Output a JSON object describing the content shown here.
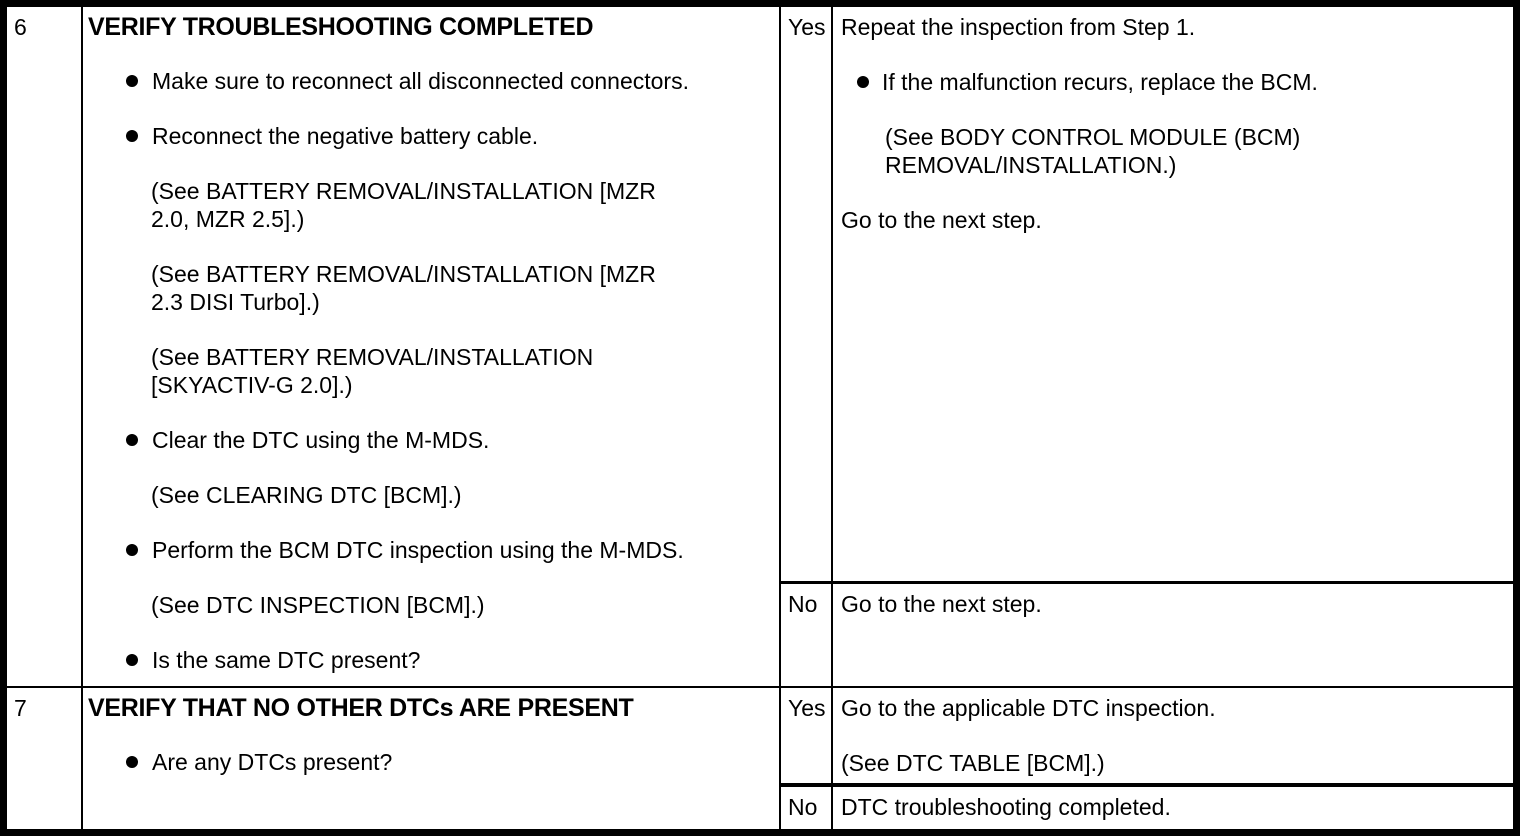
{
  "table": {
    "rows": [
      {
        "step": "6",
        "action": {
          "title": "VERIFY TROUBLESHOOTING COMPLETED",
          "items": [
            {
              "type": "bullet",
              "text": "Make sure to reconnect all disconnected connectors."
            },
            {
              "type": "bullet",
              "text": "Reconnect the negative battery cable."
            },
            {
              "type": "note",
              "text": "(See BATTERY REMOVAL/INSTALLATION [MZR\n2.0, MZR 2.5].)"
            },
            {
              "type": "note",
              "text": "(See BATTERY REMOVAL/INSTALLATION [MZR\n2.3 DISI Turbo].)"
            },
            {
              "type": "note",
              "text": "(See BATTERY REMOVAL/INSTALLATION\n[SKYACTIV-G 2.0].)"
            },
            {
              "type": "bullet",
              "text": "Clear the DTC using the M-MDS."
            },
            {
              "type": "note",
              "text": "(See CLEARING DTC [BCM].)"
            },
            {
              "type": "bullet",
              "text": "Perform the BCM DTC inspection using the M-MDS."
            },
            {
              "type": "note",
              "text": "(See DTC INSPECTION [BCM].)"
            },
            {
              "type": "bullet",
              "text": "Is the same DTC present?"
            }
          ]
        },
        "results": [
          {
            "answer": "Yes",
            "items": [
              {
                "type": "para",
                "text": "Repeat the inspection from Step 1."
              },
              {
                "type": "bullet",
                "text": "If the malfunction recurs, replace the BCM."
              },
              {
                "type": "note",
                "text": "(See BODY CONTROL MODULE (BCM)\nREMOVAL/INSTALLATION.)"
              },
              {
                "type": "para",
                "text": "Go to the next step."
              }
            ]
          },
          {
            "answer": "No",
            "items": [
              {
                "type": "para",
                "text": "Go to the next step."
              }
            ]
          }
        ]
      },
      {
        "step": "7",
        "action": {
          "title": "VERIFY THAT NO OTHER DTCs ARE PRESENT",
          "items": [
            {
              "type": "bullet",
              "text": "Are any DTCs present?"
            }
          ]
        },
        "results": [
          {
            "answer": "Yes",
            "items": [
              {
                "type": "para",
                "text": "Go to the applicable DTC inspection."
              },
              {
                "type": "para",
                "text": "(See DTC TABLE [BCM].)"
              }
            ]
          },
          {
            "answer": "No",
            "items": [
              {
                "type": "para",
                "text": "DTC troubleshooting completed."
              }
            ]
          }
        ]
      }
    ]
  },
  "colors": {
    "ink": "#000000",
    "paper": "#ffffff"
  }
}
